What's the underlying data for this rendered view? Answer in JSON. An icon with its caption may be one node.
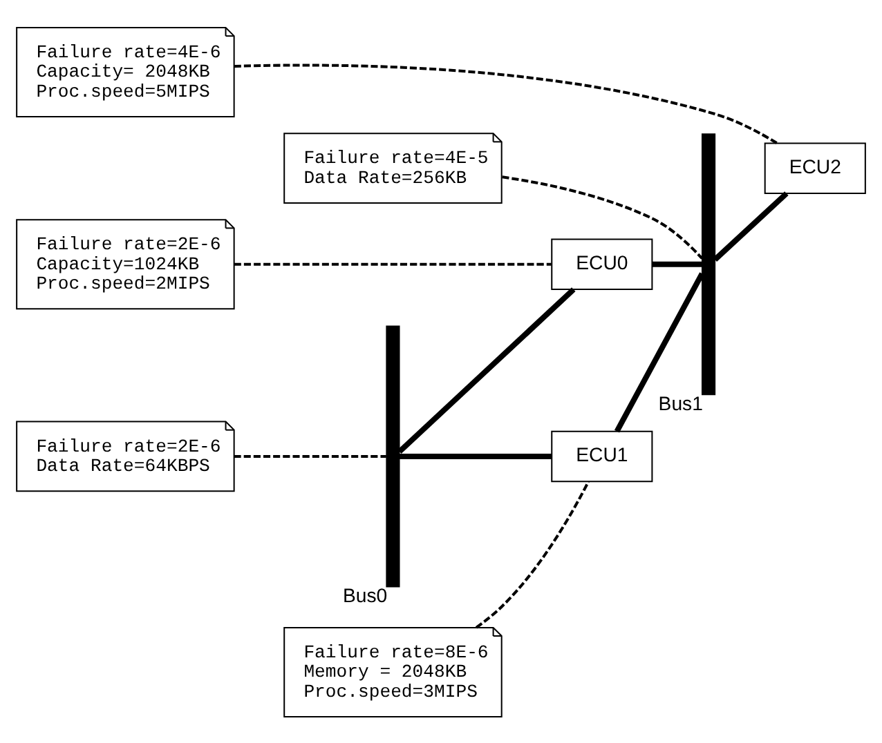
{
  "diagram": {
    "nodes": [
      {
        "text": [
          "Failure rate=2E-6",
          "Data Rate=64KBPS"
        ]
      },
      {
        "text": [
          "Failure rate=2E-6",
          "Capacity=1024KB",
          "Proc.speed=2MIPS"
        ]
      },
      {
        "text": [
          "Failure rate=4E-6",
          "Capacity= 2048KB",
          "Proc.speed=5MIPS"
        ]
      },
      {
        "text": [],
        "shape": "bar",
        "beside": [
          "Bus0"
        ]
      },
      {
        "text": [
          "ECU0"
        ]
      },
      {
        "text": [],
        "shape": "bar",
        "beside": [
          "Bus1"
        ]
      },
      {
        "text": [
          "ECU2"
        ]
      },
      {
        "text": [
          "ECU1"
        ]
      },
      {
        "text": [
          "Failure rate=4E-5",
          "Data Rate=256KB"
        ]
      },
      {
        "text": [
          "Failure rate=8E-6",
          "Memory = 2048KB",
          "Proc.speed=3MIPS"
        ]
      }
    ],
    "edges": [
      {
        "from": 3,
        "to": 4,
        "arrow": "none",
        "style": "thick"
      },
      {
        "from": 4,
        "to": 5,
        "arrow": "none",
        "style": "thick"
      },
      {
        "from": 3,
        "to": 7,
        "arrow": "none",
        "style": "thick"
      },
      {
        "from": 7,
        "to": 5,
        "arrow": "none",
        "style": "thick"
      },
      {
        "from": 5,
        "to": 6,
        "arrow": "none",
        "style": "thick"
      },
      {
        "from": 0,
        "to": 3,
        "arrow": "none",
        "style": "dashed"
      },
      {
        "from": 1,
        "to": 4,
        "arrow": "none",
        "style": "dashed"
      },
      {
        "from": 2,
        "to": 6,
        "arrow": "none",
        "style": "dashed"
      },
      {
        "from": 8,
        "to": 5,
        "arrow": "none",
        "style": "dashed"
      },
      {
        "from": 9,
        "to": 7,
        "arrow": "none",
        "style": "dashed"
      }
    ]
  }
}
